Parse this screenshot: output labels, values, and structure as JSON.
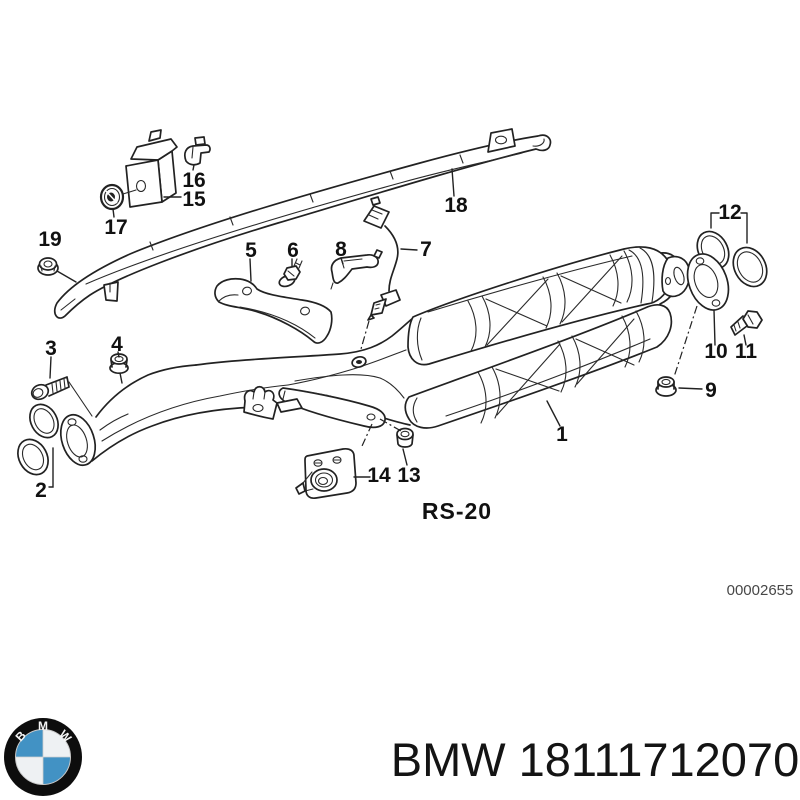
{
  "page": {
    "background": "#ffffff",
    "line_color": "#222222"
  },
  "diagram": {
    "type": "exploded-parts-drawing",
    "subject": "exhaust-catalytic-converter",
    "labels": [
      {
        "text": "1"
      },
      {
        "text": "2"
      },
      {
        "text": "3"
      },
      {
        "text": "4"
      },
      {
        "text": "5"
      },
      {
        "text": "6"
      },
      {
        "text": "7"
      },
      {
        "text": "8"
      },
      {
        "text": "9"
      },
      {
        "text": "10"
      },
      {
        "text": "11"
      },
      {
        "text": "12"
      },
      {
        "text": "13"
      },
      {
        "text": "14"
      },
      {
        "text": "15"
      },
      {
        "text": "16"
      },
      {
        "text": "17"
      },
      {
        "text": "18"
      },
      {
        "text": "19"
      }
    ],
    "assembly_code": "RS-20",
    "catalog_number": "00002655"
  },
  "footer": {
    "brand": "BMW",
    "part_number": "18111712070",
    "logo": {
      "letters": {
        "b": "B",
        "m": "M",
        "w": "W"
      },
      "blue": "#4292c4",
      "ring_color": "#0d0d0d",
      "light_quadrant": "#eef1f3"
    }
  }
}
